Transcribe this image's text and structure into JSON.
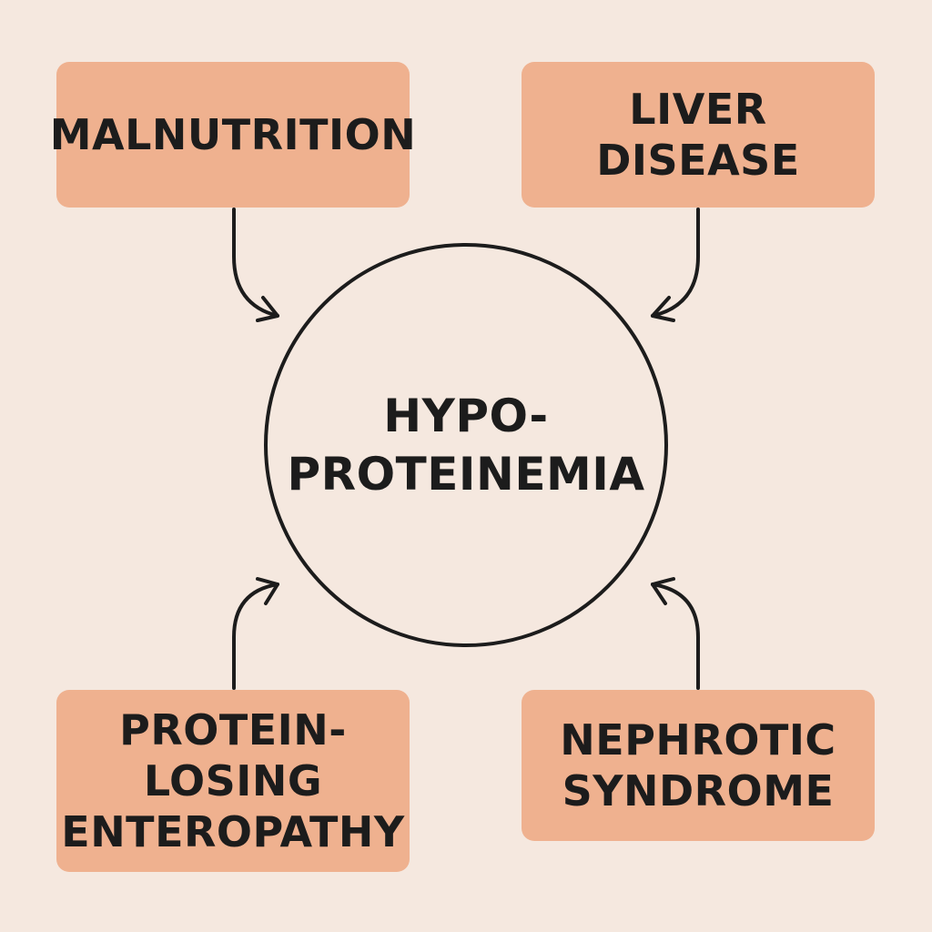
{
  "center": {
    "lines": [
      "HYPO-",
      "PROTEINEMIA"
    ]
  },
  "causes": {
    "malnutrition": {
      "lines": [
        "MALNUTRITION"
      ]
    },
    "liver_disease": {
      "lines": [
        "LIVER",
        "DISEASE"
      ]
    },
    "protein_losing_enteropathy": {
      "lines": [
        "PROTEIN-",
        "LOSING",
        "ENTEROPATHY"
      ]
    },
    "nephrotic_syndrome": {
      "lines": [
        "NEPHROTIC",
        "SYNDROME"
      ]
    }
  },
  "colors": {
    "background": "#f5e8df",
    "box_fill": "#efb18f",
    "ink": "#1c1c1c"
  }
}
